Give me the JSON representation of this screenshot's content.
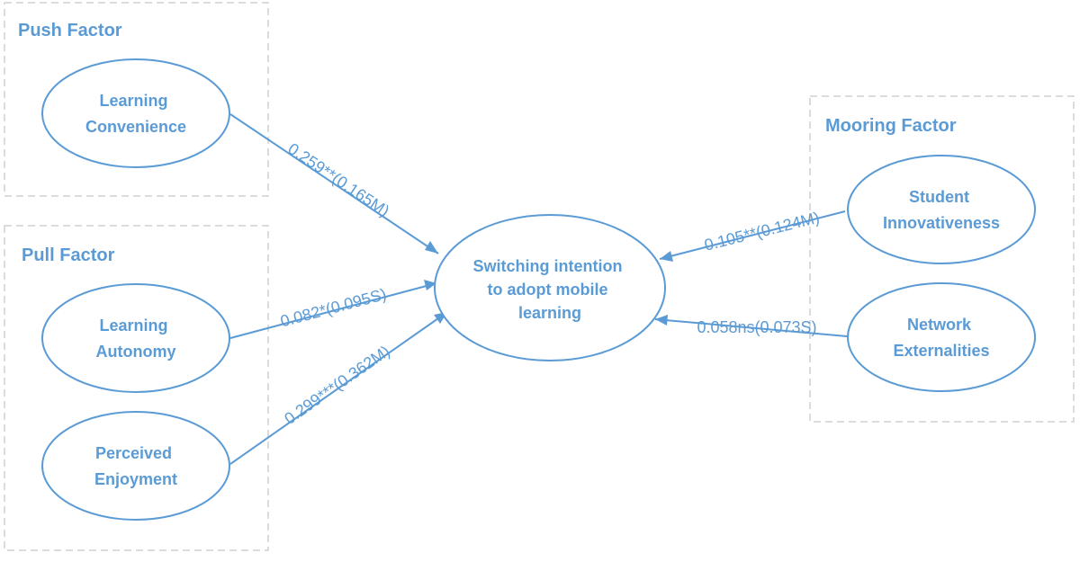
{
  "colors": {
    "accent": "#5b9bd5",
    "group_border": "#c8c8c8",
    "background": "#ffffff"
  },
  "groups": {
    "push": {
      "title": "Push Factor"
    },
    "pull": {
      "title": "Pull Factor"
    },
    "mooring": {
      "title": "Mooring Factor"
    }
  },
  "nodes": {
    "learning_convenience": {
      "lines": [
        "Learning",
        "Convenience"
      ]
    },
    "learning_autonomy": {
      "lines": [
        "Learning",
        "Autonomy"
      ]
    },
    "perceived_enjoyment": {
      "lines": [
        "Perceived",
        "Enjoyment"
      ]
    },
    "switching_intention": {
      "lines": [
        "Switching intention",
        "to adopt mobile",
        "learning"
      ]
    },
    "student_innovativeness": {
      "lines": [
        "Student",
        "Innovativeness"
      ]
    },
    "network_externalities": {
      "lines": [
        "Network",
        "Externalities"
      ]
    }
  },
  "edges": {
    "convenience": {
      "from": "learning_convenience",
      "to": "switching_intention",
      "label": "0.259**(0.165M)"
    },
    "autonomy": {
      "from": "learning_autonomy",
      "to": "switching_intention",
      "label": "0.082*(0.095S)"
    },
    "enjoyment": {
      "from": "perceived_enjoyment",
      "to": "switching_intention",
      "label": "0.299***(0.362M)"
    },
    "innovativeness": {
      "from": "student_innovativeness",
      "to": "switching_intention",
      "label": "0.105**(0.124M)"
    },
    "externalities": {
      "from": "network_externalities",
      "to": "switching_intention",
      "label": "0.058ns(0.073S)"
    }
  }
}
